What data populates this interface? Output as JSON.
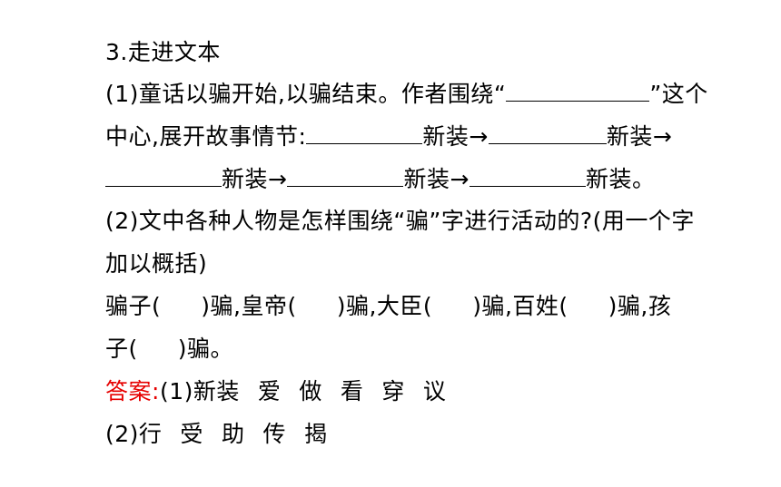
{
  "section_title": "3.走进文本",
  "q1": {
    "line1_prefix": "(1)童话以骗开始,以骗结束。作者围绕“",
    "line1_suffix": "”这个",
    "line2_prefix": "中心,展开故事情节:",
    "item_text": "新装",
    "arrow": "→",
    "end_punct": "。"
  },
  "q2": {
    "line1": "(2)文中各种人物是怎样围绕“骗”字进行活动的?(用一个字",
    "line2": "加以概括)",
    "row_a": [
      "骗子(",
      ")骗,皇帝(",
      ")骗,大臣(",
      ")骗,百姓(",
      ")骗,孩"
    ],
    "row_b": [
      "子(",
      ")骗。"
    ]
  },
  "answer": {
    "label": "答案:",
    "a1_prefix": "(1)新装",
    "a1_items": [
      "爱",
      "做",
      "看",
      "穿",
      "议"
    ],
    "a2_prefix": "(2)行",
    "a2_items": [
      "受",
      "助",
      "传",
      "揭"
    ]
  },
  "colors": {
    "answer_label": "#e60000",
    "text": "#000000"
  }
}
